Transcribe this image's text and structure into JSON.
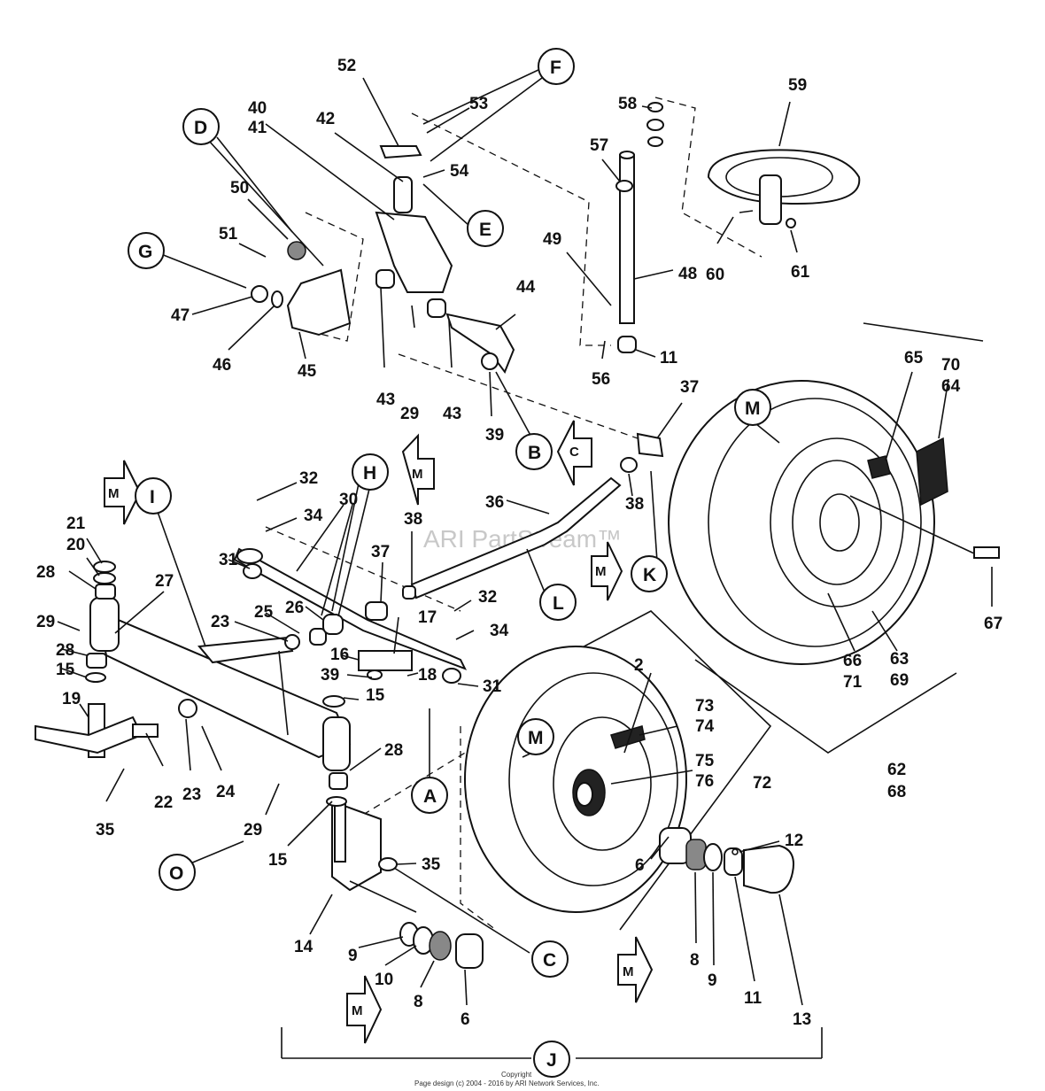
{
  "watermark": "ARI PartStream™",
  "footer": {
    "line1": "Copyright",
    "line2": "Page design (c) 2004 - 2016 by ARI Network Services, Inc."
  },
  "callouts": {
    "A": "A",
    "B": "B",
    "C1": "C",
    "C2": "C",
    "D": "D",
    "E": "E",
    "F": "F",
    "G": "G",
    "H": "H",
    "I": "I",
    "J": "J",
    "K": "K",
    "L": "L",
    "M1": "M",
    "M2": "M",
    "O": "O"
  },
  "direction_markers": {
    "m1": "M",
    "m2": "M",
    "m3": "M",
    "m4": "M",
    "m5": "M",
    "m6": "C"
  },
  "parts": {
    "p52": "52",
    "p53": "53",
    "p40": "40",
    "p41": "41",
    "p42": "42",
    "p54": "54",
    "p50": "50",
    "p51": "51",
    "p47": "47",
    "p46": "46",
    "p45": "45",
    "p43a": "43",
    "p29a": "29",
    "p43b": "43",
    "p44": "44",
    "p39a": "39",
    "p58": "58",
    "p57": "57",
    "p49": "49",
    "p48": "48",
    "p56": "56",
    "p11a": "11",
    "p59": "59",
    "p60": "60",
    "p61": "61",
    "p37a": "37",
    "p65": "65",
    "p70": "70",
    "p64": "64",
    "p67": "67",
    "p63": "63",
    "p69": "69",
    "p66": "66",
    "p71": "71",
    "p62": "62",
    "p68": "68",
    "p32a": "32",
    "p34a": "34",
    "p30": "30",
    "p31a": "31",
    "p38a": "38",
    "p36": "36",
    "p38b": "38",
    "p37b": "37",
    "p32b": "32",
    "p34b": "34",
    "p17": "17",
    "p16": "16",
    "p39b": "39",
    "p18": "18",
    "p31b": "31",
    "p15a": "15",
    "p21": "21",
    "p20": "20",
    "p28a": "28",
    "p27": "27",
    "p29b": "29",
    "p28b": "28",
    "p15b": "15",
    "p23a": "23",
    "p25": "25",
    "p26": "26",
    "p19": "19",
    "p22": "22",
    "p23b": "23",
    "p24": "24",
    "p35a": "35",
    "p29c": "29",
    "p28c": "28",
    "p15c": "15",
    "p35b": "35",
    "p14": "14",
    "p9a": "9",
    "p10": "10",
    "p8a": "8",
    "p6a": "6",
    "p2": "2",
    "p73": "73",
    "p74": "74",
    "p75": "75",
    "p76": "76",
    "p72": "72",
    "p6b": "6",
    "p8b": "8",
    "p9b": "9",
    "p11b": "11",
    "p12": "12",
    "p13": "13"
  }
}
